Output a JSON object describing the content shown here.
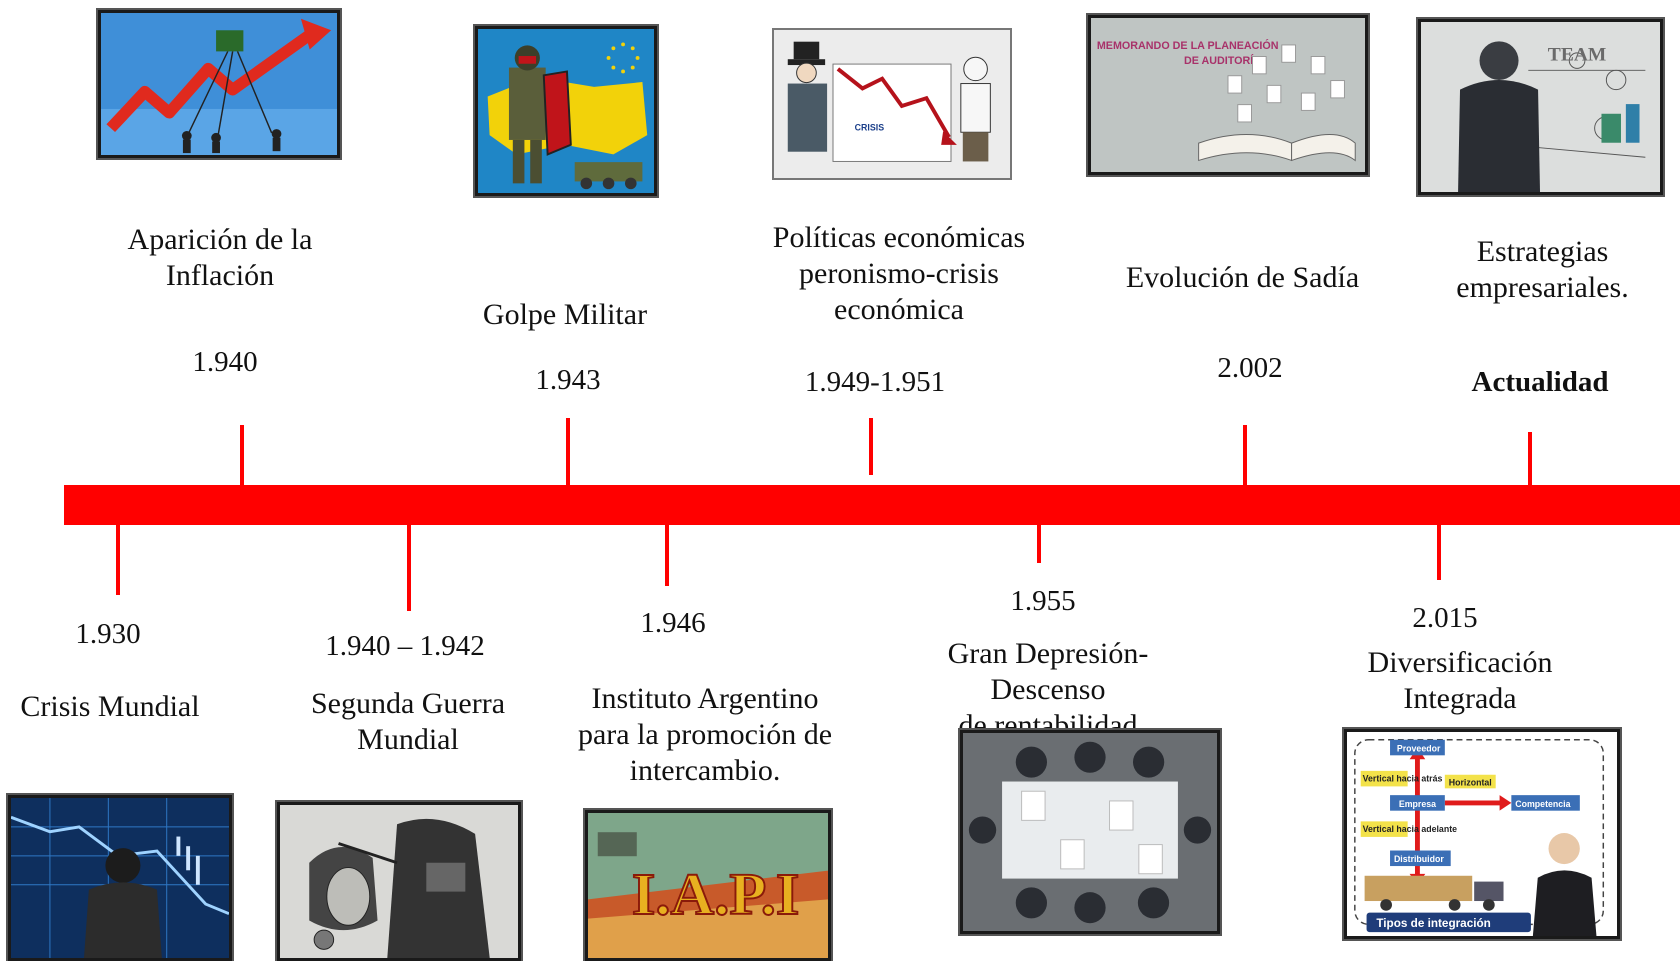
{
  "events_above": [
    {
      "title": "Aparición de la\nInflación",
      "date": "1.940",
      "image": "inflation-chart-illustration"
    },
    {
      "title": "Golpe Militar",
      "date": "1.943",
      "image": "soldier-map-illustration"
    },
    {
      "title": "Políticas económicas\nperonismo-crisis\neconómica",
      "date": "1.949-1.951",
      "image": "crisis-cartoon-illustration"
    },
    {
      "title": "Evolución de Sadía",
      "date": "2.002",
      "image": "audit-memo-book-illustration"
    },
    {
      "title": "Estrategias\nempresariales.",
      "date": "Actualidad",
      "image": "business-strategy-illustration"
    }
  ],
  "events_below": [
    {
      "title": "Crisis Mundial",
      "date": "1.930",
      "image": "market-crash-illustration"
    },
    {
      "title": "Segunda Guerra\nMundial",
      "date": "1.940 – 1.942",
      "image": "war-cartoon-illustration"
    },
    {
      "title": "Instituto Argentino\npara la promoción de\nintercambio.",
      "date": "1.946",
      "image": "iapi-poster-illustration"
    },
    {
      "title": "Gran Depresión-Descenso\nde rentabilidad",
      "date": "1.955",
      "image": "meeting-table-photo"
    },
    {
      "title": "Diversificación\nIntegrada",
      "date": "2.015",
      "image": "integration-types-diagram"
    }
  ],
  "image_text": {
    "crisis_label": "CRISIS",
    "memo_title_1": "MEMORANDO DE LA PLANEACIÓN",
    "memo_title_2": "DE AUDITORÍA",
    "team_label": "TEAM",
    "iapi_label": "I.A.P.I",
    "diagram": {
      "proveedor": "Proveedor",
      "empresa": "Empresa",
      "competencia": "Competencia",
      "distribuidor": "Distribuidor",
      "vertical_atras": "Vertical hacia atrás",
      "vertical_adelante": "Vertical hacia adelante",
      "horizontal": "Horizontal",
      "caption": "Tipos de integración"
    }
  },
  "colors": {
    "axis": "#ff0000",
    "text": "#111111"
  }
}
